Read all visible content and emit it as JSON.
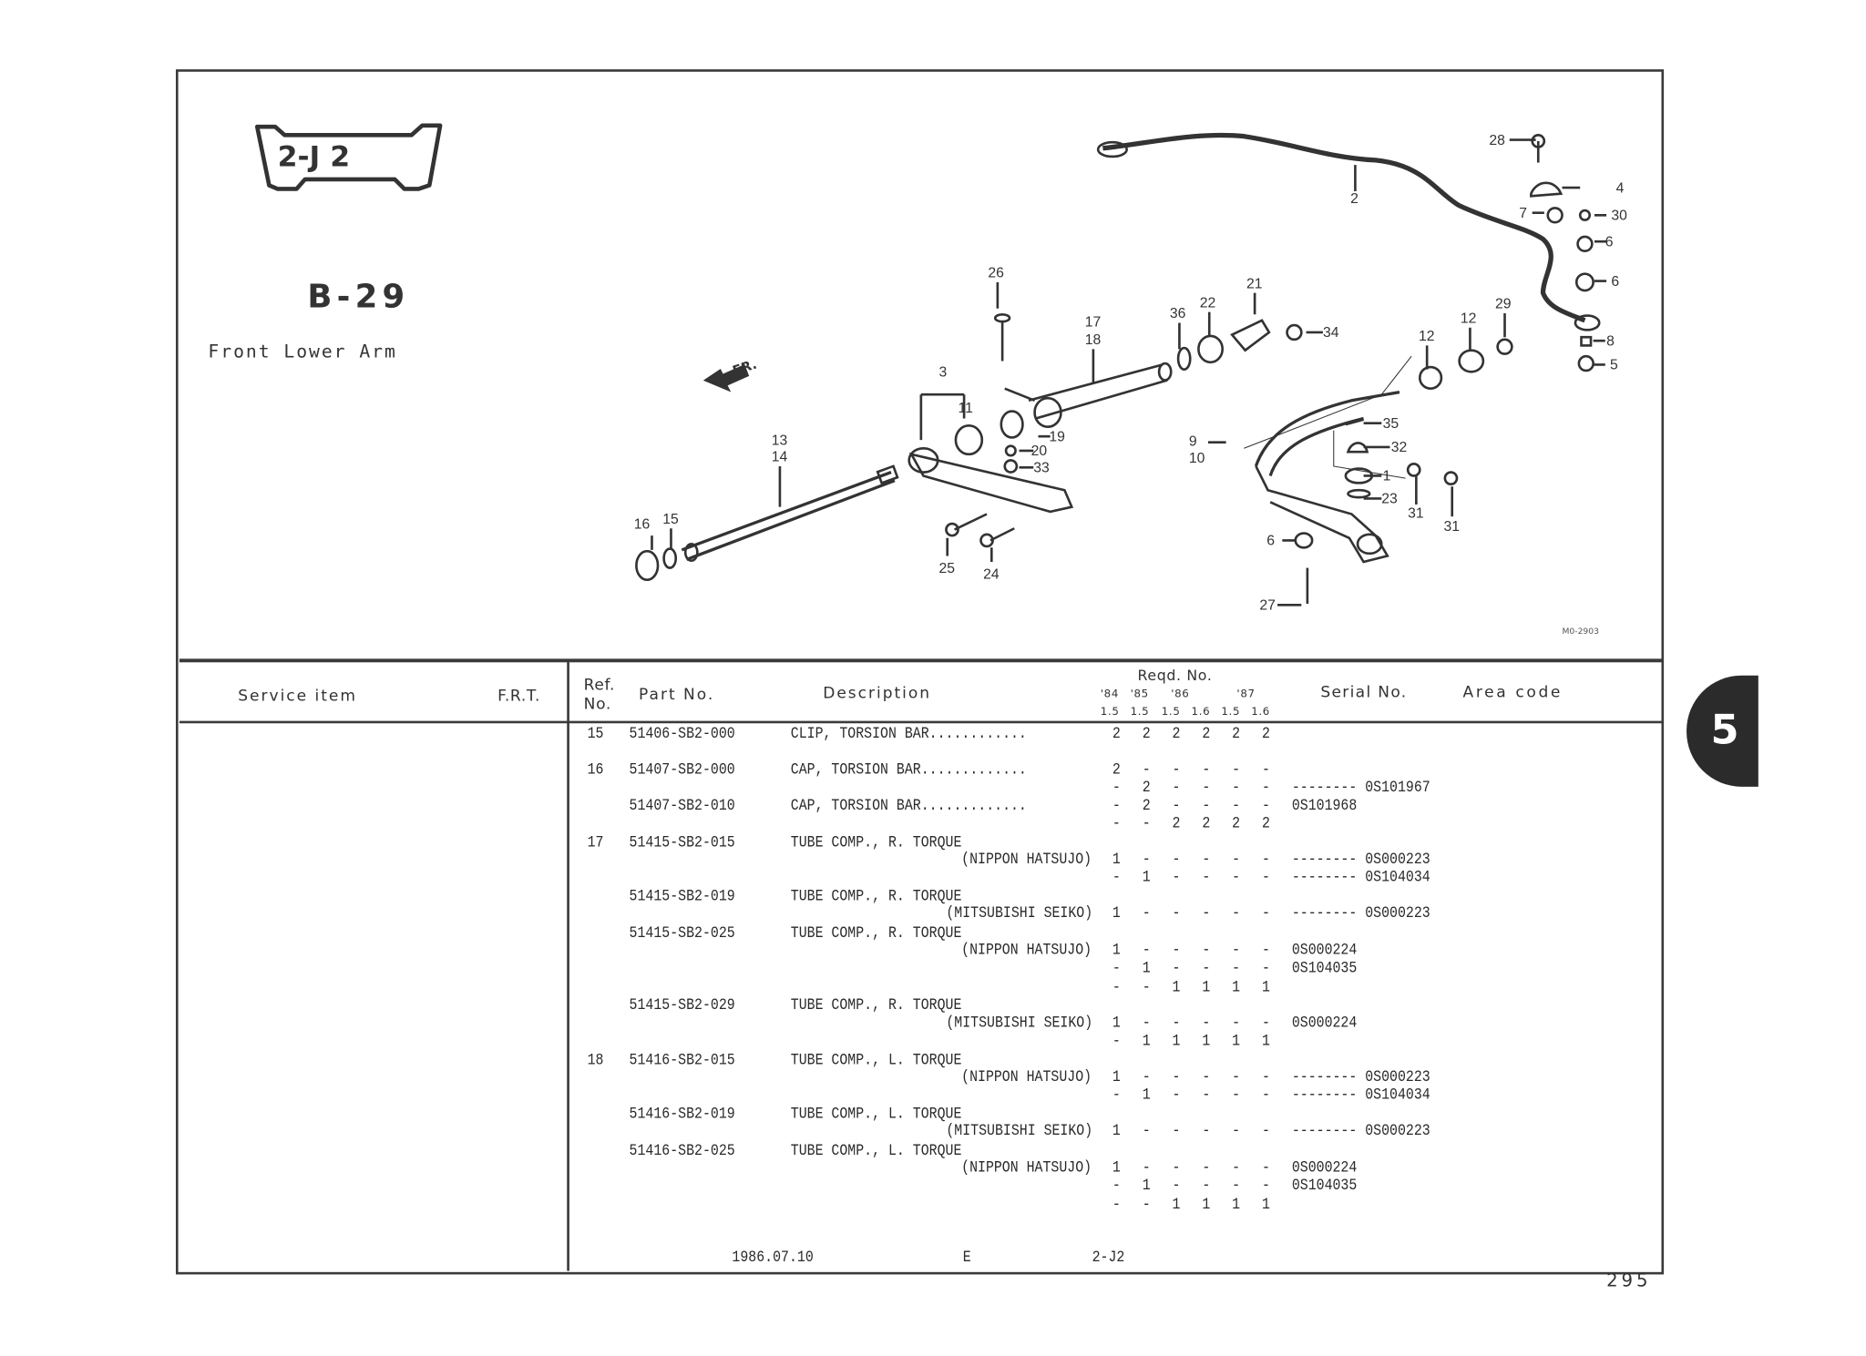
{
  "section_badge": "2-J 2",
  "page_code": "B-29",
  "page_title": "Front Lower Arm",
  "front_arrow_label": "FR.",
  "diagram_code": "M0-2903",
  "callouts": [
    "28",
    "4",
    "2",
    "7",
    "30",
    "6",
    "6",
    "29",
    "12",
    "12",
    "8",
    "5",
    "26",
    "21",
    "36",
    "22",
    "17",
    "18",
    "34",
    "3",
    "11",
    "35",
    "19",
    "9",
    "10",
    "32",
    "20",
    "33",
    "13",
    "14",
    "1",
    "23",
    "31",
    "31",
    "16",
    "15",
    "25",
    "24",
    "6",
    "27"
  ],
  "chapter_tab": "5",
  "page_number": "295",
  "table": {
    "headers": {
      "service_item": "Service item",
      "frt": "F.R.T.",
      "ref_no_1": "Ref.",
      "ref_no_2": "No.",
      "part_no": "Part No.",
      "description": "Description",
      "reqd_no": "Reqd. No.",
      "years": [
        "'84",
        "'85",
        "'86",
        "'87"
      ],
      "engines": [
        "1.5",
        "1.5",
        "1.5",
        "1.6",
        "1.5",
        "1.6"
      ],
      "serial_no": "Serial No.",
      "area_code": "Area code"
    },
    "lines": [
      {
        "ref": "15",
        "part": "51406-SB2-000",
        "desc": "CLIP, TORSION BAR............",
        "qty": [
          "2",
          "2",
          "2",
          "2",
          "2",
          "2"
        ],
        "serial": ""
      },
      {
        "ref": "16",
        "part": "51407-SB2-000",
        "desc": "CAP, TORSION BAR.............",
        "qty": [
          "2",
          "-",
          "-",
          "-",
          "-",
          "-"
        ],
        "serial": ""
      },
      {
        "qty": [
          "-",
          "2",
          "-",
          "-",
          "-",
          "-"
        ],
        "serial": "-------- 0S101967"
      },
      {
        "part": "51407-SB2-010",
        "desc": "CAP, TORSION BAR.............",
        "qty": [
          "-",
          "2",
          "-",
          "-",
          "-",
          "-"
        ],
        "serial": "0S101968"
      },
      {
        "qty": [
          "-",
          "-",
          "2",
          "2",
          "2",
          "2"
        ],
        "serial": ""
      },
      {
        "ref": "17",
        "part": "51415-SB2-015",
        "desc": "TUBE COMP., R. TORQUE"
      },
      {
        "desc_right": "(NIPPON HATSUJO)",
        "qty": [
          "1",
          "-",
          "-",
          "-",
          "-",
          "-"
        ],
        "serial": "-------- 0S000223"
      },
      {
        "qty": [
          "-",
          "1",
          "-",
          "-",
          "-",
          "-"
        ],
        "serial": "-------- 0S104034"
      },
      {
        "part": "51415-SB2-019",
        "desc": "TUBE COMP., R. TORQUE"
      },
      {
        "desc_right": "(MITSUBISHI SEIKO)",
        "qty": [
          "1",
          "-",
          "-",
          "-",
          "-",
          "-"
        ],
        "serial": "-------- 0S000223"
      },
      {
        "part": "51415-SB2-025",
        "desc": "TUBE COMP., R. TORQUE"
      },
      {
        "desc_right": "(NIPPON HATSUJO)",
        "qty": [
          "1",
          "-",
          "-",
          "-",
          "-",
          "-"
        ],
        "serial": "0S000224"
      },
      {
        "qty": [
          "-",
          "1",
          "-",
          "-",
          "-",
          "-"
        ],
        "serial": "0S104035"
      },
      {
        "qty": [
          "-",
          "-",
          "1",
          "1",
          "1",
          "1"
        ],
        "serial": ""
      },
      {
        "part": "51415-SB2-029",
        "desc": "TUBE COMP., R. TORQUE"
      },
      {
        "desc_right": "(MITSUBISHI SEIKO)",
        "qty": [
          "1",
          "-",
          "-",
          "-",
          "-",
          "-"
        ],
        "serial": "0S000224"
      },
      {
        "qty": [
          "-",
          "1",
          "1",
          "1",
          "1",
          "1"
        ],
        "serial": ""
      },
      {
        "ref": "18",
        "part": "51416-SB2-015",
        "desc": "TUBE COMP., L. TORQUE"
      },
      {
        "desc_right": "(NIPPON HATSUJO)",
        "qty": [
          "1",
          "-",
          "-",
          "-",
          "-",
          "-"
        ],
        "serial": "-------- 0S000223"
      },
      {
        "qty": [
          "-",
          "1",
          "-",
          "-",
          "-",
          "-"
        ],
        "serial": "-------- 0S104034"
      },
      {
        "part": "51416-SB2-019",
        "desc": "TUBE COMP., L. TORQUE"
      },
      {
        "desc_right": "(MITSUBISHI SEIKO)",
        "qty": [
          "1",
          "-",
          "-",
          "-",
          "-",
          "-"
        ],
        "serial": "-------- 0S000223"
      },
      {
        "part": "51416-SB2-025",
        "desc": "TUBE COMP., L. TORQUE"
      },
      {
        "desc_right": "(NIPPON HATSUJO)",
        "qty": [
          "1",
          "-",
          "-",
          "-",
          "-",
          "-"
        ],
        "serial": "0S000224"
      },
      {
        "qty": [
          "-",
          "1",
          "-",
          "-",
          "-",
          "-"
        ],
        "serial": "0S104035"
      },
      {
        "qty": [
          "-",
          "-",
          "1",
          "1",
          "1",
          "1"
        ],
        "serial": ""
      }
    ]
  },
  "footer": {
    "date": "1986.07.10",
    "edition": "E",
    "code": "2-J2"
  }
}
